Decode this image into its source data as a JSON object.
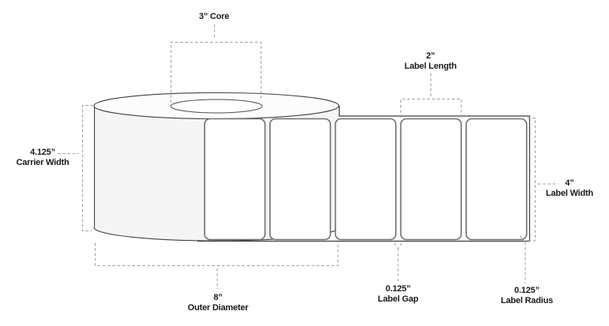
{
  "diagram": {
    "blank_label_count": 5,
    "annotations": {
      "core": {
        "text": "3” Core",
        "value": "3”",
        "label": "Core"
      },
      "carrier_width": {
        "value": "4.125”",
        "label": "Carrier Width"
      },
      "label_length": {
        "value": "2”",
        "label": "Label Length"
      },
      "label_width": {
        "value": "4”",
        "label": "Label Width"
      },
      "outer_diameter": {
        "value": "8”",
        "label": "Outer Diameter"
      },
      "label_gap": {
        "value": "0.125”",
        "label": "Label Gap"
      },
      "label_radius": {
        "value": "0.125”",
        "label": "Label Radius"
      }
    },
    "colors": {
      "background": "#ffffff",
      "roll_face": "#f5f5f5",
      "roll_top_face": "#fcfcfc",
      "outline": "#404040",
      "label_border": "#6f6f6f",
      "label_fill": "#ffffff",
      "dashed_guide": "#9c9c9c",
      "text": "#1a1a1a"
    }
  }
}
